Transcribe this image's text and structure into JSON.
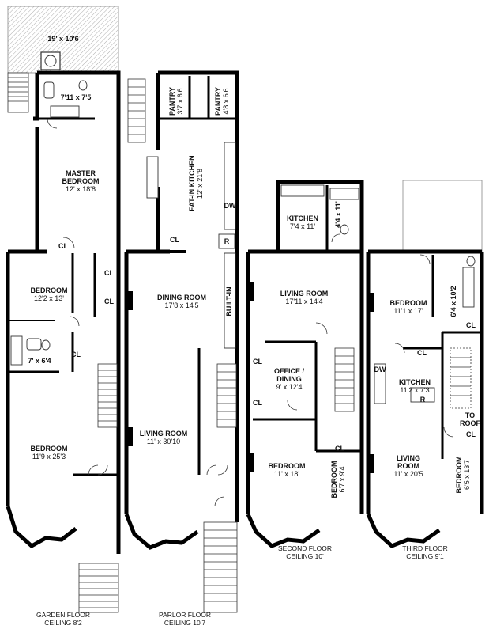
{
  "floors": [
    {
      "name": "GARDEN FLOOR",
      "ceiling": "CEILING 8'2"
    },
    {
      "name": "PARLOR FLOOR",
      "ceiling": "CEILING 10'7"
    },
    {
      "name": "SECOND FLOOR",
      "ceiling": "CEILING 10'"
    },
    {
      "name": "THIRD FLOOR",
      "ceiling": "CEILING 9'1"
    }
  ],
  "garden": {
    "yard": "19' x 10'6",
    "bath": "7'11 x 7'5",
    "master_name": "MASTER",
    "master_name2": "BEDROOM",
    "master_dim": "12' x 18'8",
    "closet1": "CL",
    "bedroom1_name": "BEDROOM",
    "bedroom1_dim": "12'2 x 13'",
    "closet2": "CL",
    "closet3": "CL",
    "closet4": "CL",
    "bath2": "7' x 6'4",
    "bedroom2_name": "BEDROOM",
    "bedroom2_dim": "11'9 x 25'3"
  },
  "parlor": {
    "pantry1_name": "PANTRY",
    "pantry1_dim": "3'7 x 6'6",
    "pantry2_name": "PANTRY",
    "pantry2_dim": "4'8 x 6'6",
    "kitchen_name": "EAT-IN KITCHEN",
    "kitchen_dim": "12' x 21'8",
    "dw": "DW",
    "closet": "CL",
    "fridge": "R",
    "dining_name": "DINING ROOM",
    "dining_dim": "17'8 x 14'5",
    "builtin": "BUILT-IN",
    "living_name": "LIVING ROOM",
    "living_dim": "11' x 30'10"
  },
  "second": {
    "kitchen_name": "KITCHEN",
    "kitchen_dim": "7'4 x 11'",
    "bath_dim": "4'4 x 11'",
    "living_name": "LIVING ROOM",
    "living_dim": "17'11 x 14'4",
    "office_name": "OFFICE /",
    "office_name2": "DINING",
    "office_dim": "9' x 12'4",
    "closet1": "CL",
    "closet2": "CL",
    "bedroom1_name": "BEDROOM",
    "bedroom1_dim": "11' x 18'",
    "closet3": "CL",
    "bedroom2_name": "BEDROOM",
    "bedroom2_dim": "6'7 x 9'4"
  },
  "third": {
    "bedroom1_name": "BEDROOM",
    "bedroom1_dim": "11'1 x 17'",
    "bath_dim": "6'4 x 10'2",
    "closet1": "CL",
    "closet2": "CL",
    "dw": "DW",
    "kitchen_name": "KITCHEN",
    "kitchen_dim": "11'2 x 7'3",
    "fridge": "R",
    "to_roof": "TO",
    "to_roof2": "ROOF",
    "closet3": "CL",
    "living_name": "LIVING",
    "living_name2": "ROOM",
    "living_dim": "11' x 20'5",
    "bedroom2_name": "BEDROOM",
    "bedroom2_dim": "6'5 x 13'7"
  }
}
